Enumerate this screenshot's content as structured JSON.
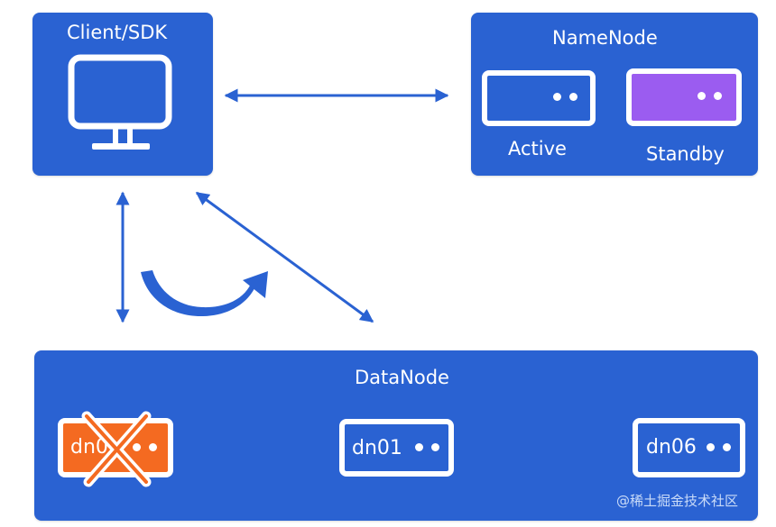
{
  "client": {
    "title": "Client/SDK",
    "icon": "monitor-icon"
  },
  "namenode": {
    "title": "NameNode",
    "active_label": "Active",
    "standby_label": "Standby",
    "colors": {
      "active_fill": "#2a62d2",
      "standby_fill": "#9b5cf0"
    }
  },
  "datanode": {
    "title": "DataNode",
    "nodes": [
      {
        "label": "dn0",
        "state": "failed",
        "fill": "#f46a21"
      },
      {
        "label": "dn01",
        "state": "normal",
        "fill": "#2a62d2"
      },
      {
        "label": "dn06",
        "state": "normal",
        "fill": "#2a62d2"
      }
    ]
  },
  "watermark": "@稀土掘金技术社区",
  "colors": {
    "box": "#2a62d2",
    "arrow": "#2a62d2",
    "failed": "#f46a21"
  }
}
